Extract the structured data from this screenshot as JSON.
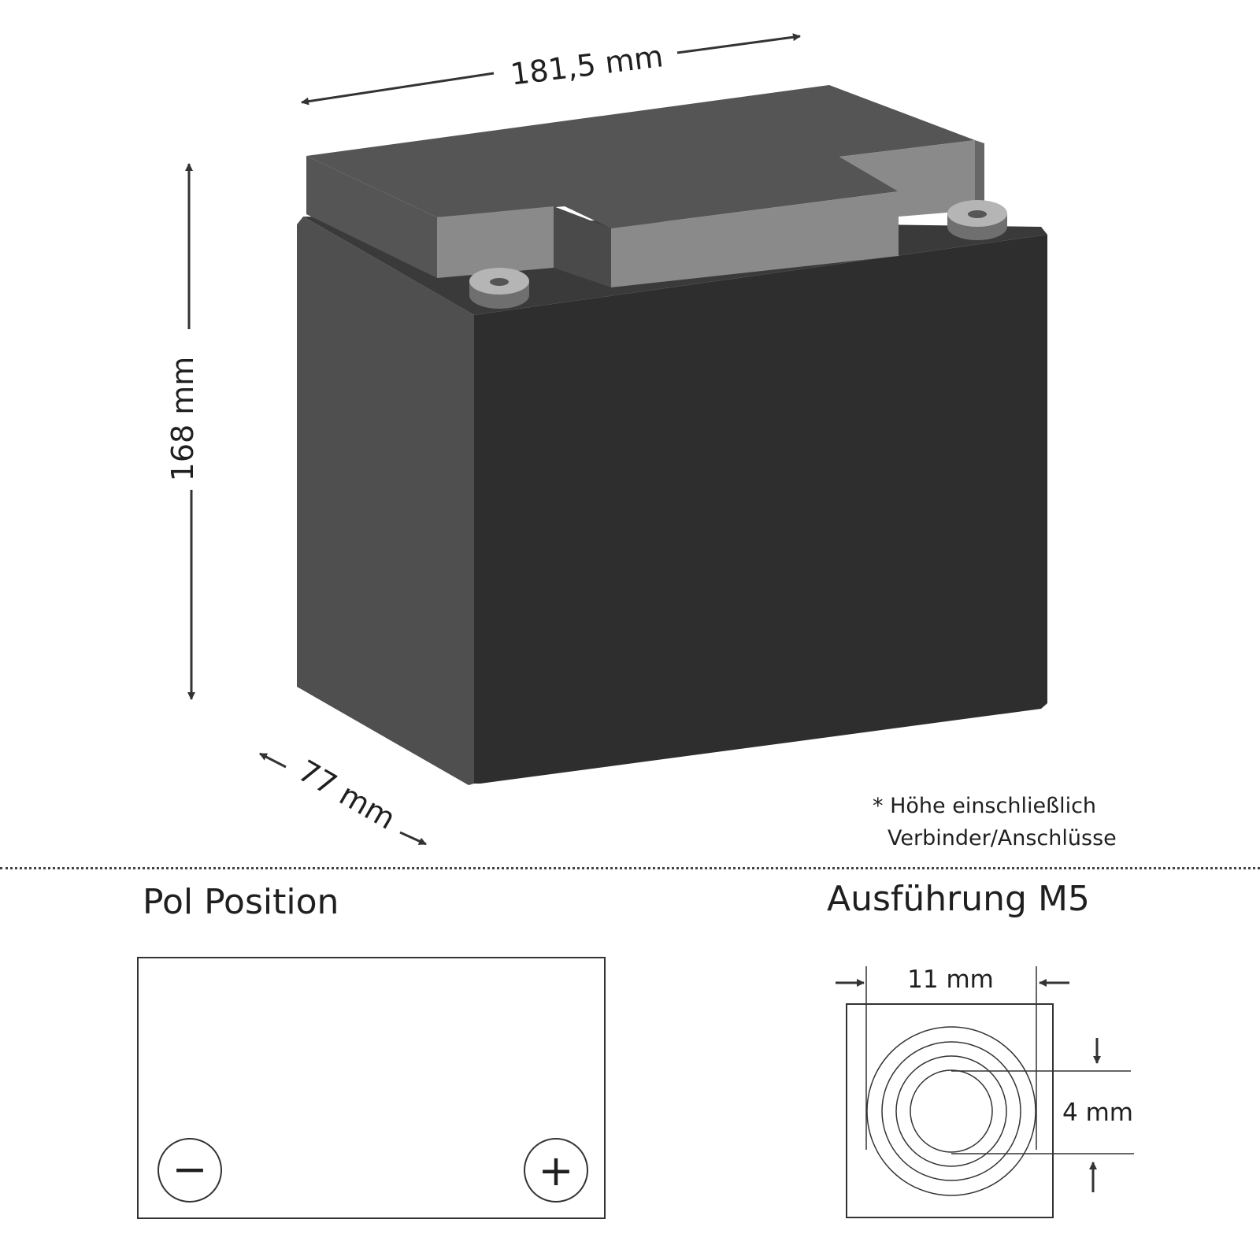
{
  "dimensions": {
    "length": "181,5 mm",
    "height": "168 mm",
    "width": "77 mm"
  },
  "note": {
    "line1": "* Höhe einschließlich",
    "line2": "Verbinder/Anschlüsse"
  },
  "pol_position": {
    "title": "Pol Position",
    "negative_symbol": "−",
    "positive_symbol": "+"
  },
  "terminal": {
    "title": "Ausführung M5",
    "outer_size": "11 mm",
    "hole_size": "4 mm"
  },
  "colors": {
    "front_face": "#2e2e2e",
    "side_face": "#4f4f4f",
    "lid_top": "#555555",
    "lid_side": "#8a8a8a",
    "line": "#333333"
  }
}
